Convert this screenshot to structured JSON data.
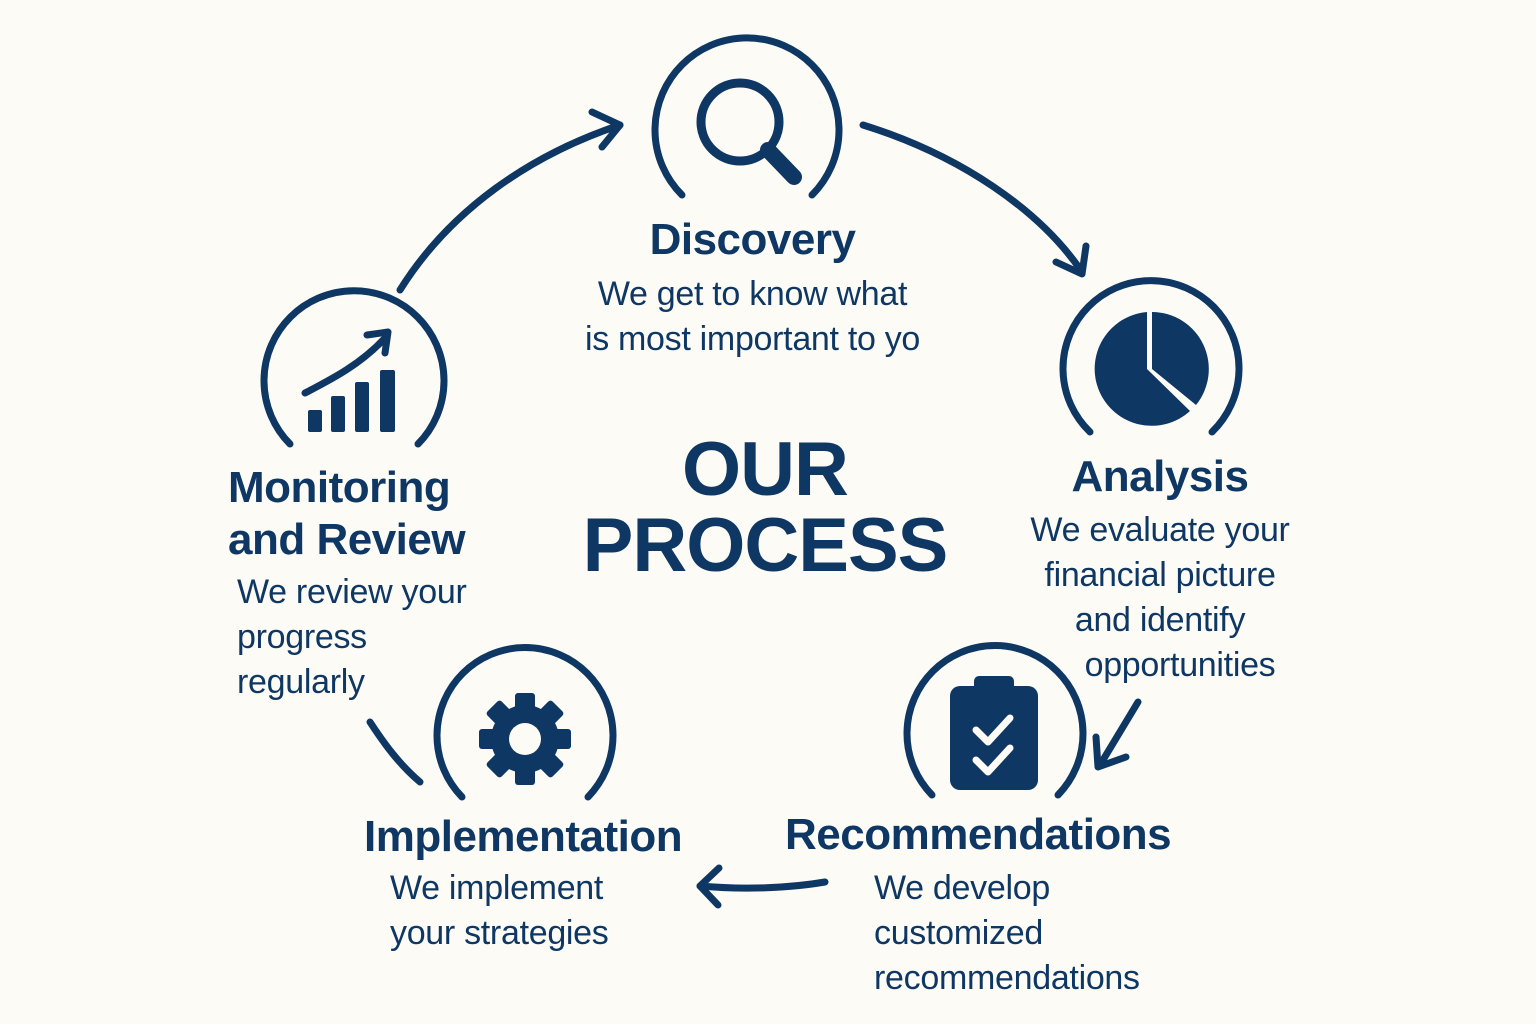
{
  "center": {
    "line1": "OUR",
    "line2": "PROCESS"
  },
  "steps": {
    "discovery": {
      "title": "Discovery",
      "desc_line1": "We get to know what",
      "desc_line2": "is most important to yo",
      "icon": "magnifier-icon"
    },
    "analysis": {
      "title": "Analysis",
      "desc_line1": "We evaluate your",
      "desc_line2": "financial picture",
      "desc_line3": "and identify",
      "desc_line4": "opportunities",
      "icon": "pie-chart-icon"
    },
    "recommendations": {
      "title": "Recommendations",
      "desc_line1": "We develop",
      "desc_line2": "customized",
      "desc_line3": "recommendations",
      "icon": "clipboard-check-icon"
    },
    "implementation": {
      "title": "Implementation",
      "desc_line1": "We implement",
      "desc_line2": "your strategies",
      "icon": "gear-icon"
    },
    "monitoring": {
      "title_line1": "Monitoring",
      "title_line2": "and Review",
      "desc_line1": "We review your",
      "desc_line2": "progress",
      "desc_line3": "regularly",
      "icon": "bar-chart-arrow-icon"
    }
  },
  "colors": {
    "primary": "#0f3764",
    "background": "#fcfbf6"
  }
}
